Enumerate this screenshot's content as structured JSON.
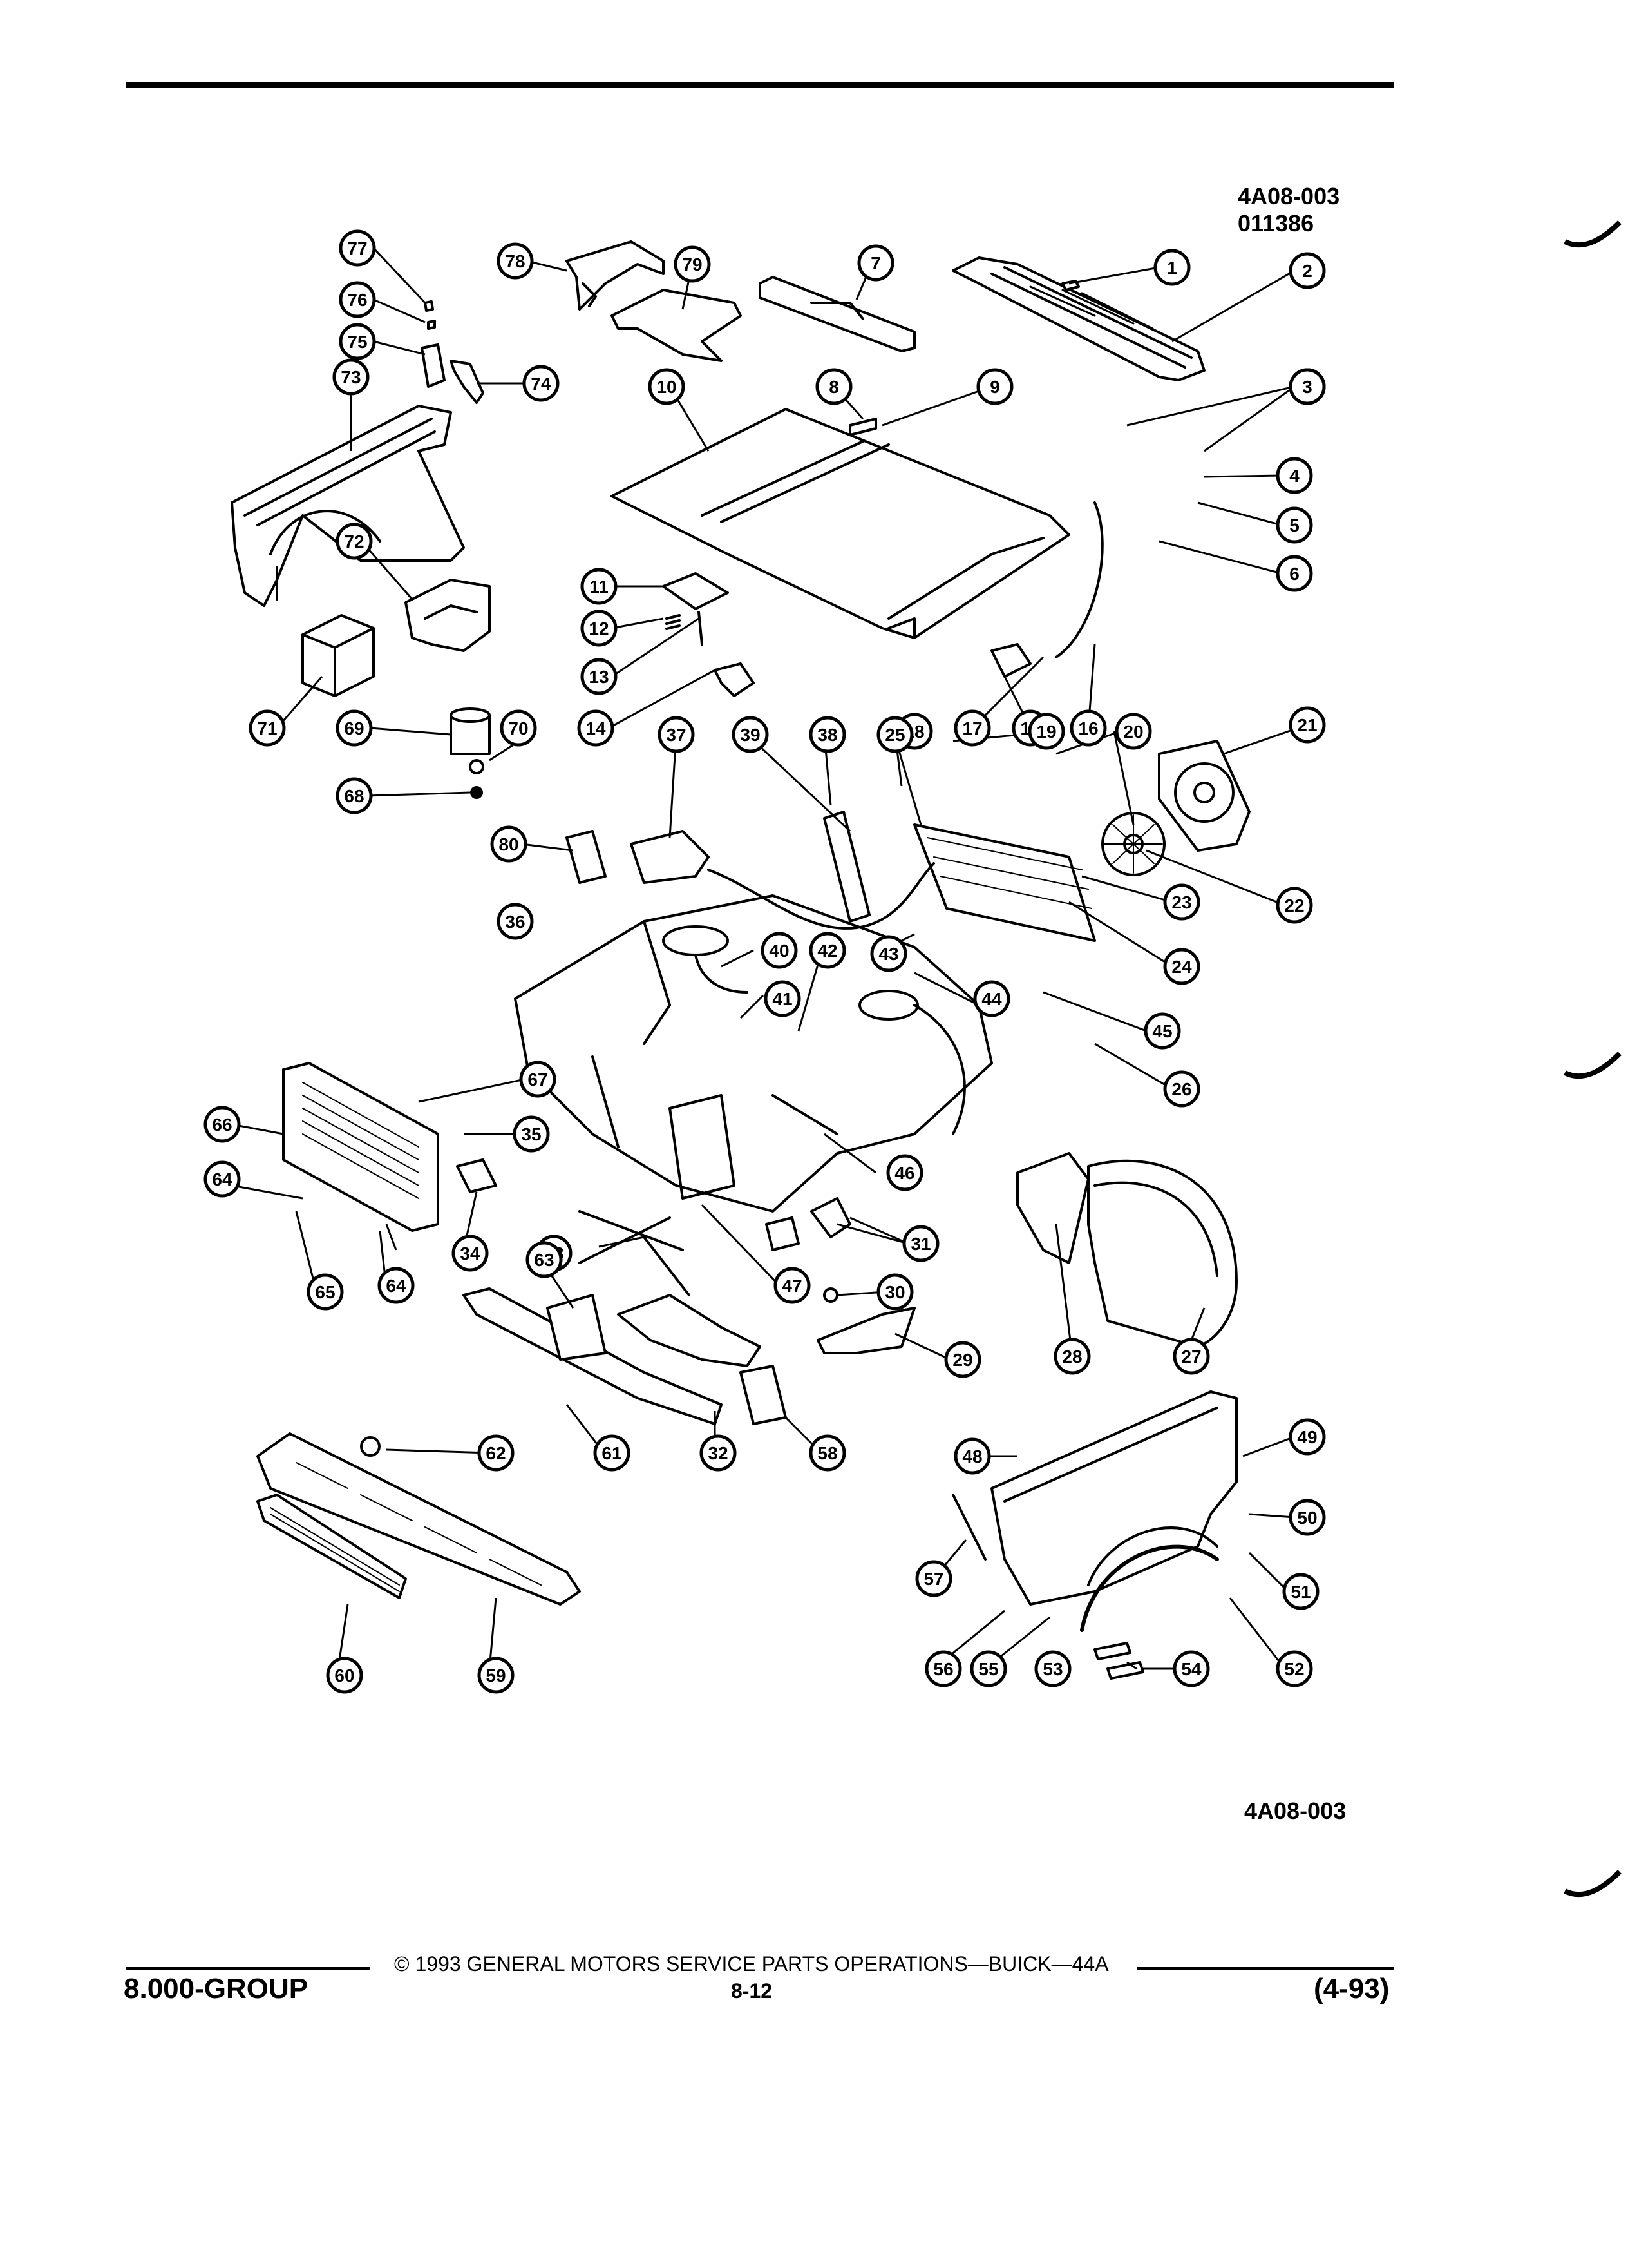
{
  "header": {
    "figure_code": "4A08-003",
    "figure_number": "011386"
  },
  "figure_code_bottom": "4A08-003",
  "footer": {
    "copyright": "© 1993 GENERAL MOTORS SERVICE PARTS OPERATIONS—BUICK—44A",
    "group": "8.000-GROUP",
    "page": "8-12",
    "date": "(4-93)"
  },
  "callouts": [
    "1",
    "2",
    "3",
    "3",
    "4",
    "5",
    "6",
    "7",
    "8",
    "9",
    "10",
    "11",
    "12",
    "13",
    "14",
    "15",
    "16",
    "17",
    "18",
    "19",
    "20",
    "21",
    "22",
    "23",
    "24",
    "25",
    "26",
    "27",
    "28",
    "29",
    "30",
    "31",
    "32",
    "33",
    "34",
    "35",
    "36",
    "37",
    "38",
    "39",
    "40",
    "41",
    "42",
    "43",
    "44",
    "45",
    "46",
    "47",
    "48",
    "49",
    "50",
    "51",
    "52",
    "53",
    "54",
    "55",
    "56",
    "57",
    "58",
    "59",
    "60",
    "61",
    "62",
    "63",
    "64",
    "64",
    "65",
    "66",
    "67",
    "68",
    "69",
    "70",
    "71",
    "72",
    "73",
    "74",
    "75",
    "76",
    "77",
    "78",
    "79",
    "80"
  ],
  "colors": {
    "ink": "#000000",
    "paper": "#ffffff"
  }
}
